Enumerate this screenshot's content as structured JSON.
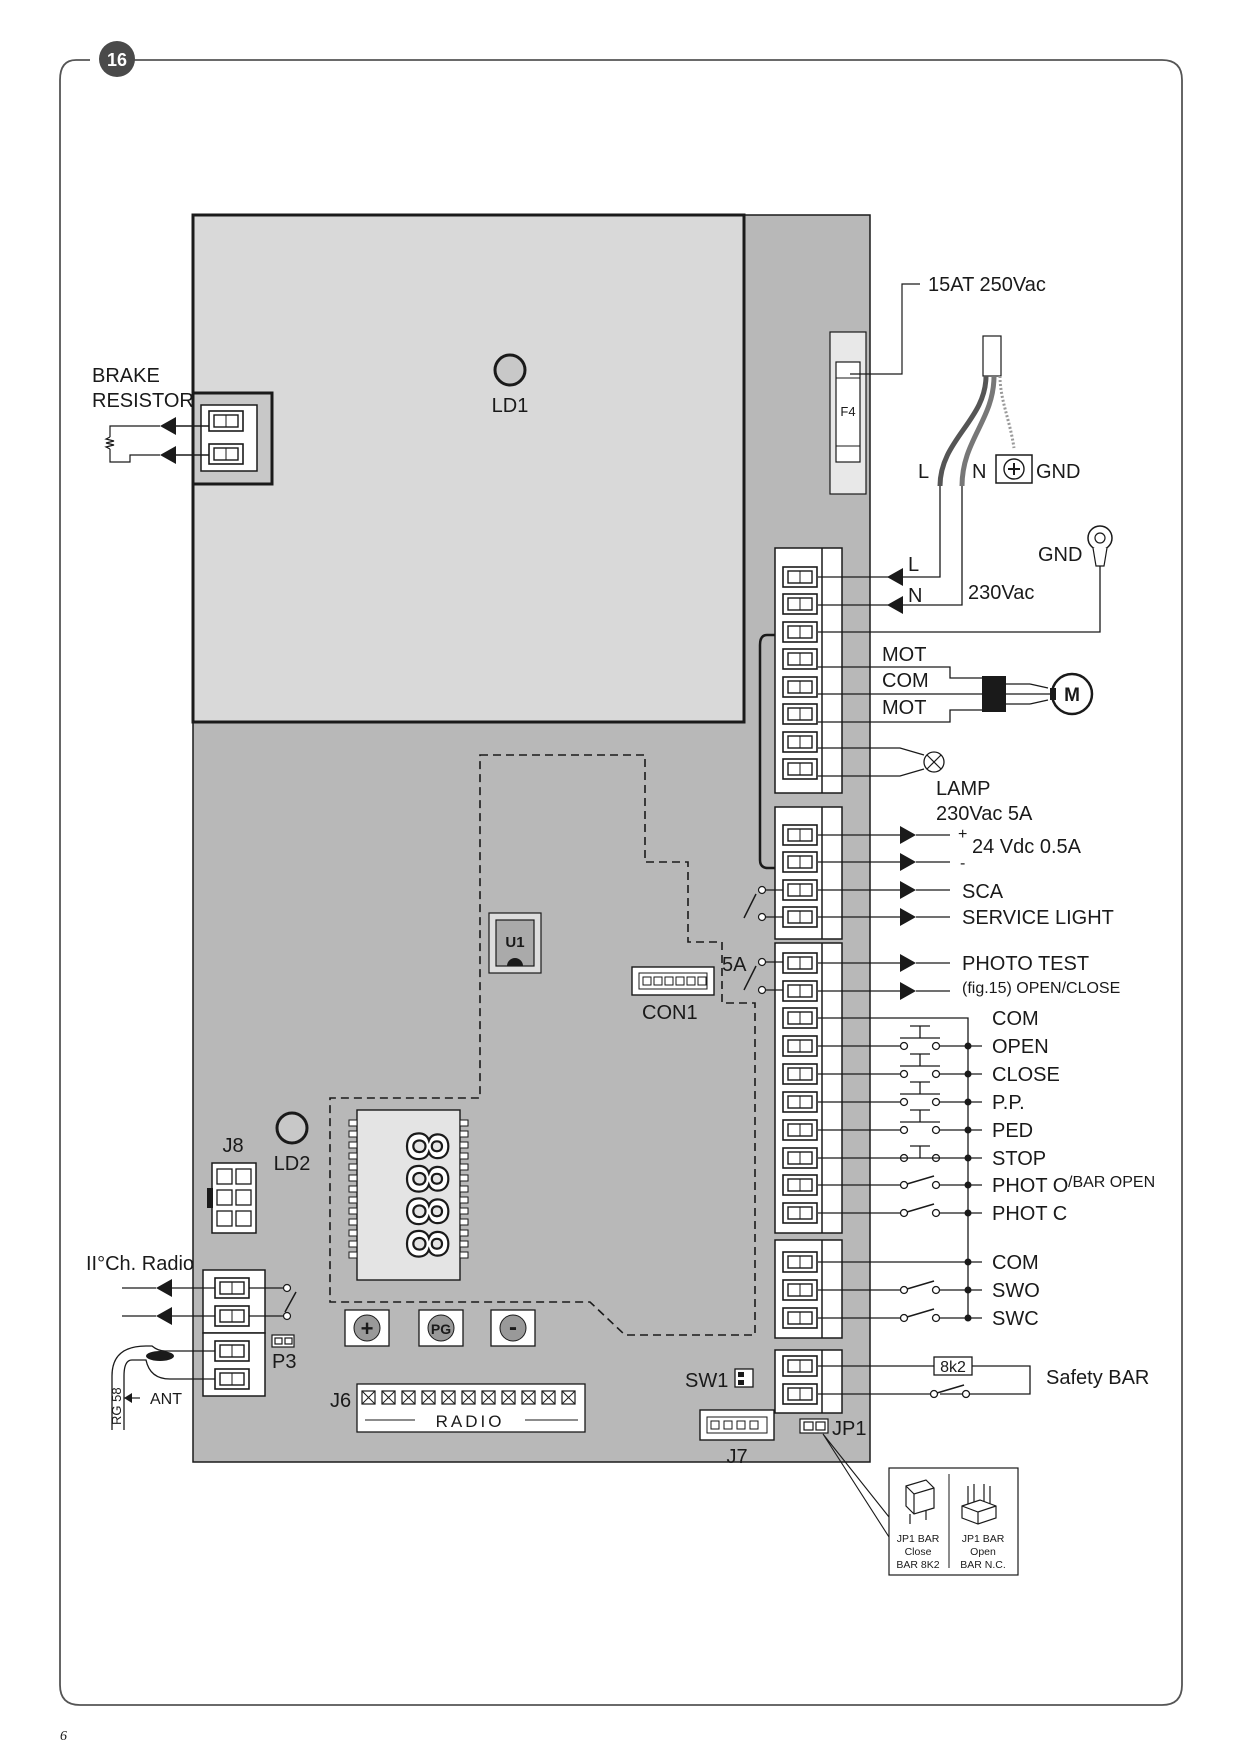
{
  "figure": {
    "number": "16",
    "page_number": "6"
  },
  "labels": {
    "brake_resistor_line1": "BRAKE",
    "brake_resistor_line2": "RESISTOR",
    "ld1": "LD1",
    "ld2": "LD2",
    "fuse_spec": "15AT  250Vac",
    "f4": "F4",
    "mains_l": "L",
    "mains_n": "N",
    "mains_gnd": "GND",
    "term_l": "L",
    "term_n": "N",
    "vac230": "230Vac",
    "gnd2": "GND",
    "mot1": "MOT",
    "com_mot": "COM",
    "mot2": "MOT",
    "motor": "M",
    "lamp": "LAMP",
    "lamp_spec": "230Vac 5A",
    "plus": "+",
    "minus": "-",
    "vdc24": "24 Vdc 0.5A",
    "sca": "SCA",
    "service_light": "SERVICE LIGHT",
    "photo_test": "PHOTO TEST",
    "open_close": "(fig.15) OPEN/CLOSE",
    "five_a": "5A",
    "u1": "U1",
    "con1": "CON1",
    "com1": "COM",
    "open": "OPEN",
    "close": "CLOSE",
    "pp": "P.P.",
    "ped": "PED",
    "stop": "STOP",
    "phot_o": "PHOT O",
    "bar_open": "/BAR OPEN",
    "phot_c": "PHOT C",
    "com2": "COM",
    "swo": "SWO",
    "swc": "SWC",
    "r8k2": "8k2",
    "safety_bar": "Safety BAR",
    "j8": "J8",
    "radio2ch": "II°Ch. Radio",
    "p3": "P3",
    "rg58": "RG 58",
    "ant": "ANT",
    "j6": "J6",
    "radio": "RADIO",
    "pg": "PG",
    "btn_plus": "+",
    "btn_minus": "-",
    "sw1": "SW1",
    "j7": "J7",
    "jp1": "JP1",
    "jp_close_1": "JP1 BAR",
    "jp_close_2": "Close",
    "jp_close_3": "BAR 8K2",
    "jp_open_1": "JP1 BAR",
    "jp_open_2": "Open",
    "jp_open_3": "BAR N.C.",
    "display": "8888"
  },
  "colors": {
    "board": "#b8b8b8",
    "module": "#d9d9d9",
    "terminal": "#ffffff",
    "line": "#1a1a1a",
    "badge": "#4a4a4a"
  }
}
